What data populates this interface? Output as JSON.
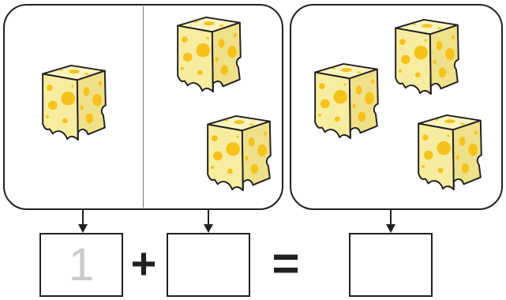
{
  "equation": {
    "addend_1": "1",
    "plus_symbol": "+",
    "addend_2": "",
    "equals_symbol": "=",
    "sum": ""
  },
  "groups": {
    "left_count": 1,
    "middle_count": 2,
    "right_count": 3
  },
  "colors": {
    "outline": "#231f20",
    "cheese_front": "#f7eda0",
    "cheese_side": "#efe08a",
    "cheese_top": "#fbf4bf",
    "holes": "#f6c21a",
    "hint_digit": "#c9c9c9"
  },
  "icons": [
    "cheese-icon",
    "arrow-down-icon"
  ]
}
